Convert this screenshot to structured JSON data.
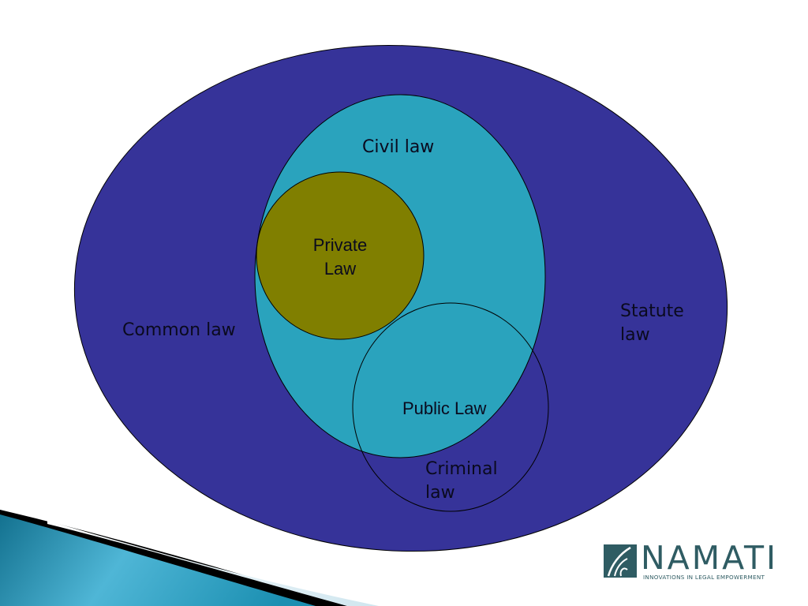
{
  "slide": {
    "diagram": {
      "title": "",
      "regions": [
        {
          "id": "common_law",
          "label": "Common law",
          "fill": "#363399"
        },
        {
          "id": "civil_law",
          "label": "Civil law",
          "fill": "#2aa3bd"
        },
        {
          "id": "private_law",
          "label_line1": "Private",
          "label_line2": "Law",
          "fill": "#807f00"
        },
        {
          "id": "public_law",
          "label": "Public Law",
          "fill": "none"
        },
        {
          "id": "statute_law",
          "label_line1": "Statute",
          "label_line2": "law"
        },
        {
          "id": "criminal_law",
          "label_line1": "Criminal",
          "label_line2": "law"
        }
      ]
    },
    "logo": {
      "name": "NAMATI",
      "tagline": "INNOVATIONS IN LEGAL EMPOWERMENT",
      "color": "#2f5c63"
    },
    "decoration": {
      "swoosh_color": "#1b8fb1",
      "swoosh_highlight": "#5cc1dd"
    }
  }
}
